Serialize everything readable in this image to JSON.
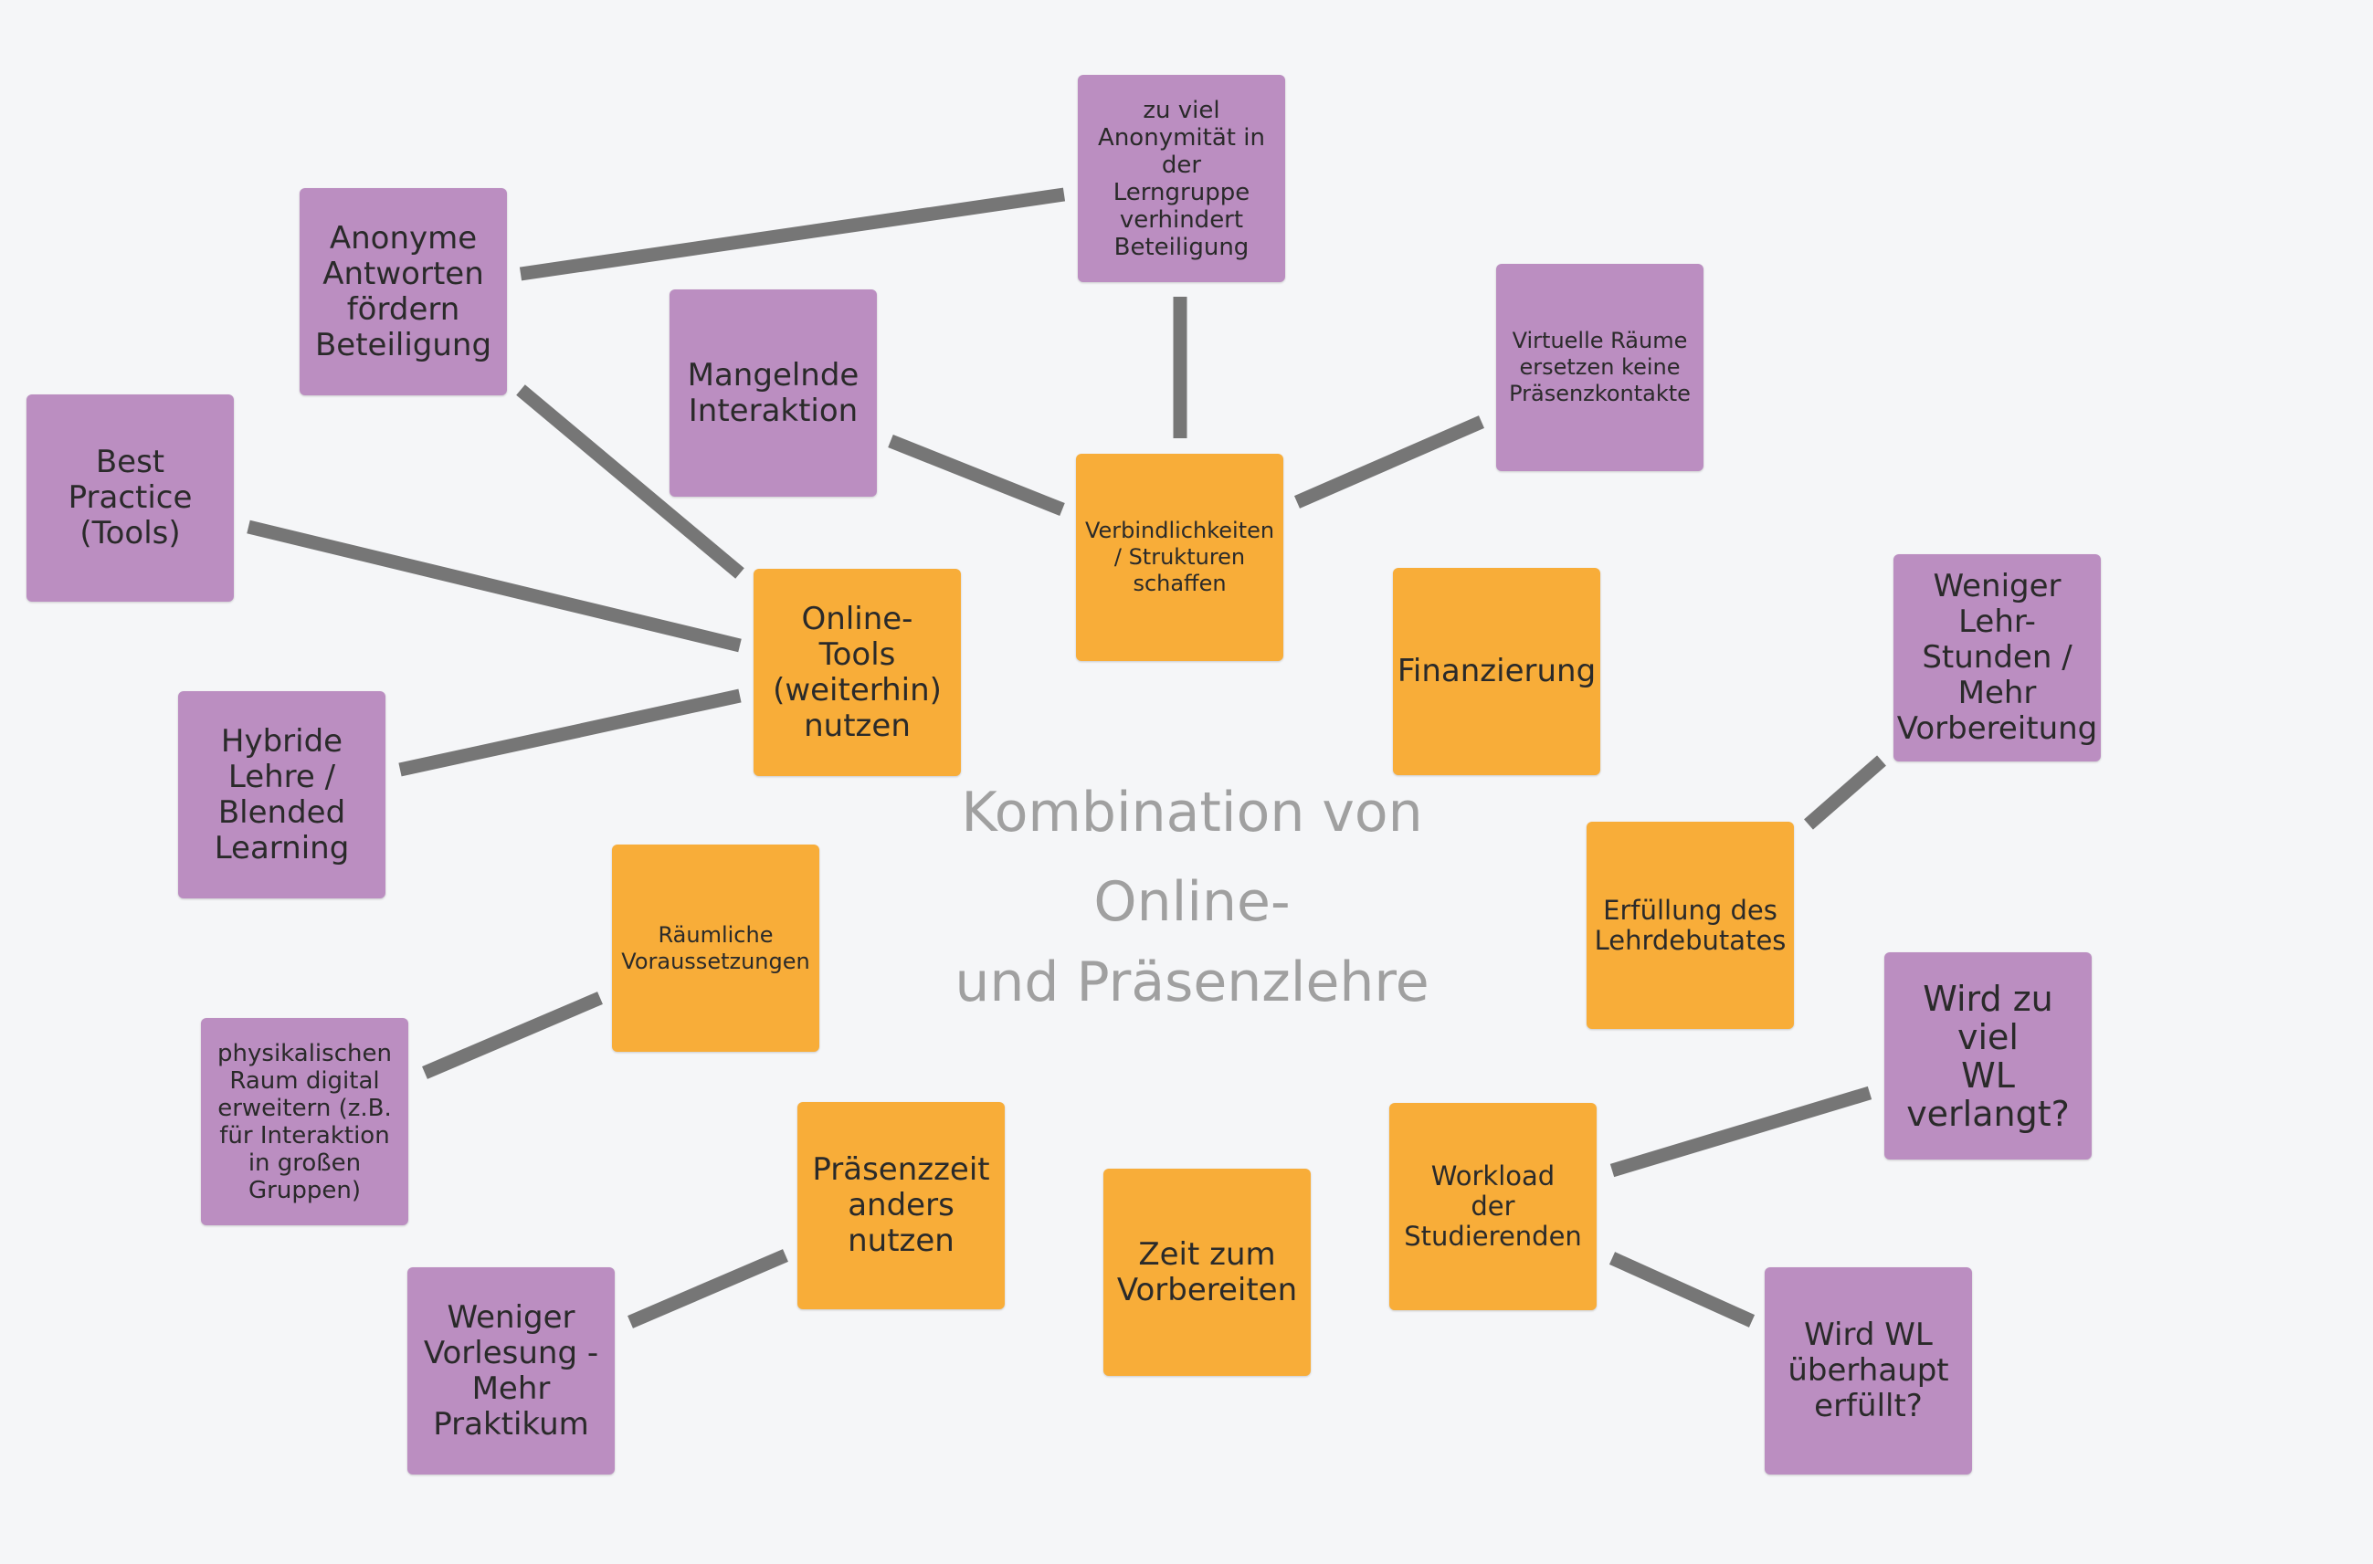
{
  "diagram": {
    "title_lines": [
      "Kombination von",
      "Online-",
      "und Präsenzlehre"
    ],
    "colors": {
      "purple_note": "#bb8ec1",
      "orange_note": "#f8ad39",
      "connector": "#767676",
      "title": "#a0a0a0",
      "background": "#f5f6f8"
    },
    "notes": {
      "anonymitaet": "zu viel\nAnonymität in\nder\nLerngruppe\nverhindert\nBeteiligung",
      "anonyme_antworten": "Anonyme\nAntworten\nfördern\nBeteiligung",
      "virtuelle_raeume": "Virtuelle Räume\nersetzen keine\nPräsenzkontakte",
      "mangelnde_interaktion": "Mangelnde\nInteraktion",
      "best_practice": "Best\nPractice\n(Tools)",
      "verbindlichkeiten": "Verbindlichkeiten\n/ Strukturen\nschaffen",
      "online_tools": "Online-\nTools\n(weiterhin)\nnutzen",
      "finanzierung": "Finanzierung",
      "weniger_lehrstunden": "Weniger\nLehr-\nStunden /\nMehr\nVorbereitung",
      "hybride_lehre": "Hybride\nLehre /\nBlended\nLearning",
      "raeumliche_voraussetzungen": "Räumliche\nVoraussetzungen",
      "erfuellung_lehrdeputate": "Erfüllung des\nLehrdebutates",
      "physikalischer_raum": "physikalischen\nRaum digital\nerweitern (z.B.\nfür Interaktion\nin großen\nGruppen)",
      "wird_zu_viel_wl": "Wird zu viel\nWL\nverlangt?",
      "praesenzzeit": "Präsenzzeit\nanders\nnutzen",
      "workload": "Workload\nder\nStudierenden",
      "zeit_vorbereiten": "Zeit zum\nVorbereiten",
      "weniger_vorlesung": "Weniger\nVorlesung -\nMehr\nPraktikum",
      "wird_wl_erfuellt": "Wird WL\nüberhaupt\nerfüllt?"
    }
  }
}
